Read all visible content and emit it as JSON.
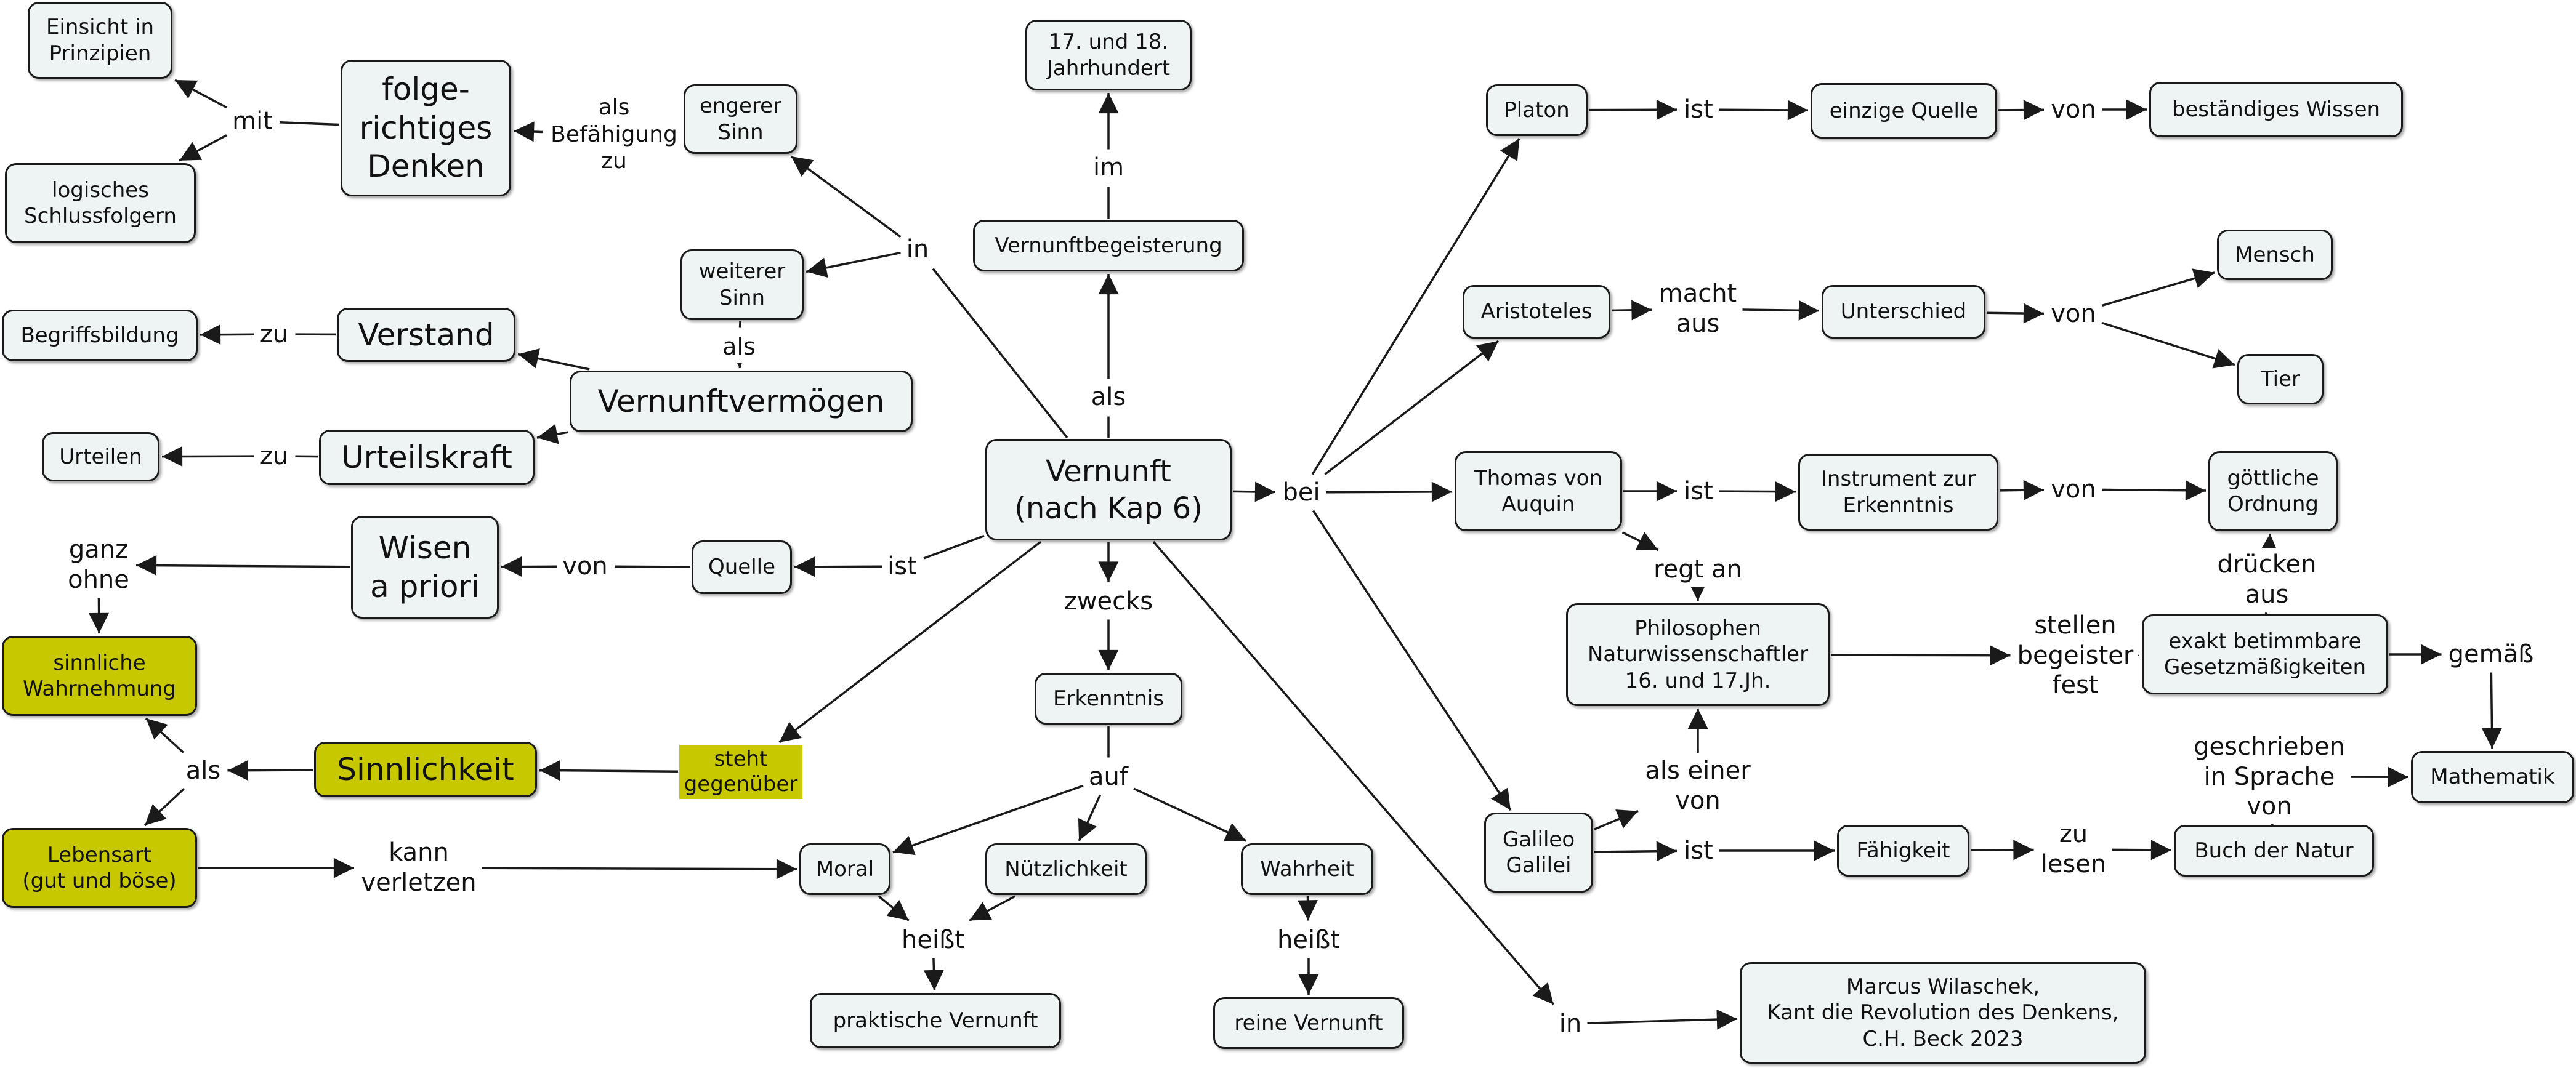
{
  "concepts": {
    "vernunft": "Vernunft\n(nach Kap 6)",
    "einsicht": "Einsicht in\nPrinzipien",
    "logisch": "logisches\nSchlussfolgern",
    "folgerichtig": "folge-\nrichtiges\nDenken",
    "engerer_sinn": "engerer\nSinn",
    "jahrhundert": "17. und 18.\nJahrhundert",
    "vernunftbegeisterung": "Vernunftbegeisterung",
    "weiterer_sinn": "weiterer\nSinn",
    "begriffsbildung": "Begriffsbildung",
    "verstand": "Verstand",
    "vernunftvermoegen": "Vernunftvermögen",
    "urteilen": "Urteilen",
    "urteilskraft": "Urteilskraft",
    "wisen": "Wisen\na priori",
    "quelle": "Quelle",
    "sinnliche_wahrnehmung": "sinnliche\nWahrnehmung",
    "sinnlichkeit": "Sinnlichkeit",
    "lebensart": "Lebensart\n(gut und böse)",
    "erkenntnis": "Erkenntnis",
    "moral": "Moral",
    "nuetzlichkeit": "Nützlichkeit",
    "wahrheit": "Wahrheit",
    "praktische_vernunft": "praktische Vernunft",
    "reine_vernunft": "reine Vernunft",
    "platon": "Platon",
    "einzige_quelle": "einzige Quelle",
    "bestaendiges_wissen": "beständiges Wissen",
    "aristoteles": "Aristoteles",
    "unterschied": "Unterschied",
    "mensch": "Mensch",
    "tier": "Tier",
    "thomas": "Thomas von\nAuquin",
    "instrument": "Instrument zur\nErkenntnis",
    "goettliche_ordnung": "göttliche\nOrdnung",
    "philosophen": "Philosophen\nNaturwissenschaftler\n16. und 17.Jh.",
    "gesetzmaessigkeiten": "exakt betimmbare\nGesetzmäßigkeiten",
    "mathematik": "Mathematik",
    "galileo": "Galileo\nGalilei",
    "faehigkeit": "Fähigkeit",
    "buch_der_natur": "Buch der Natur",
    "wilaschek": "Marcus Wilaschek,\nKant die Revolution des Denkens,\nC.H. Beck 2023"
  },
  "linking_phrases": {
    "mit": "mit",
    "als_befaehigung": "als\nBefähigung\nzu",
    "in_top": "in",
    "im": "im",
    "als_top": "als",
    "als_weiter": "als",
    "zu_verstand": "zu",
    "zu_urteil": "zu",
    "ganz_ohne": "ganz\nohne",
    "von_quelle": "von",
    "ist_quelle": "ist",
    "als_sinn": "als",
    "steht_gegenueber": "steht\ngegenüber",
    "kann_verletzen": "kann\nverletzen",
    "zwecks": "zwecks",
    "auf": "auf",
    "heisst_prakt": "heißt",
    "heisst_rein": "heißt",
    "bei": "bei",
    "ist_platon": "ist",
    "von_platon": "von",
    "macht_aus": "macht\naus",
    "von_unterschied": "von",
    "ist_thomas": "ist",
    "von_thomas": "von",
    "regt_an": "regt an",
    "drucken_aus": "drücken\naus",
    "stellen_fest": "stellen\nbegeister\nfest",
    "gemaess": "gemäß",
    "geschrieben": "geschrieben\nin Sprache\nvon",
    "als_einer_von": "als einer\nvon",
    "ist_galileo": "ist",
    "zu_lesen": "zu\nlesen",
    "in_bottom": "in"
  },
  "colors": {
    "node_fill": "#eef3f3",
    "highlight_fill": "#c8c800",
    "stroke": "#1a1a1a"
  }
}
